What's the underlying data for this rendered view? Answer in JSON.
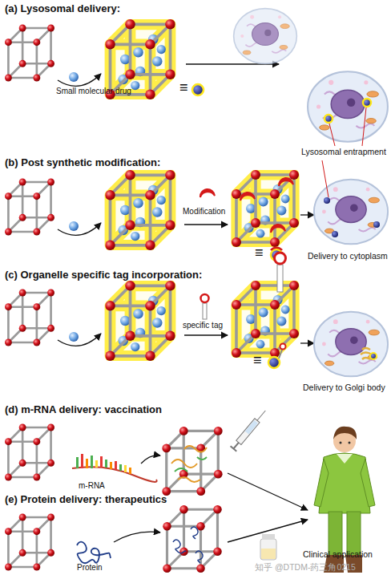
{
  "diagram": {
    "labels": [
      "(a) Lysosomal delivery:",
      "Small molecular drug",
      "≡",
      "Lysosomal entrapment",
      "(b) Post synthetic modification:",
      "Modification",
      "≡",
      "Delivery to cytoplasm",
      "(c) Organelle specific tag incorporation:",
      "specific tag",
      "≡",
      "Delivery to Golgi body",
      "(d) m-RNA delivery: vaccination",
      "m-RNA",
      "(e) Protein delivery: therapeutics",
      "Protein",
      "Clinical application",
      "知乎 @DTDM-药三角0215"
    ]
  }
}
